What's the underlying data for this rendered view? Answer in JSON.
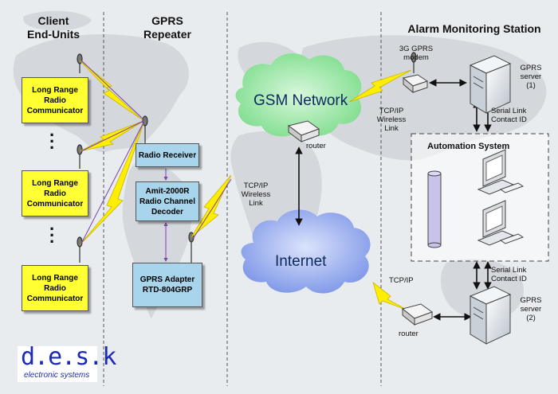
{
  "headers": {
    "client": "Client\nEnd-Units",
    "repeater": "GPRS\nRepeater",
    "station": "Alarm Monitoring Station"
  },
  "communicators": [
    {
      "label": "Long Range Radio Communicator"
    },
    {
      "label": "Long Range Radio Communicator"
    },
    {
      "label": "Long Range Radio Communicator"
    }
  ],
  "ellipsis": "·\n·\n·",
  "repeater_boxes": {
    "receiver": "Radio Receiver",
    "decoder": "Amit-2000R Radio Channel Decoder",
    "adapter": "GPRS Adapter RTD-804GRP"
  },
  "network": {
    "gsm": "GSM Network",
    "internet": "Internet",
    "router_top": "router",
    "router_bottom": "router",
    "tcpip_wireless_left": "TCP/IP\nWireless\nLink",
    "tcpip_wireless_right": "TCP/IP\nWireless\nLink",
    "tcpip": "TCP/IP"
  },
  "station": {
    "modem": "3G GPRS\nmodem",
    "server1": "GPRS\nserver\n(1)",
    "server2": "GPRS\nserver\n(2)",
    "serial_top": "Serial Link\nContact ID",
    "serial_bottom": "Serial Link\nContact ID",
    "automation": "Automation System"
  },
  "logo": {
    "main": "d.e.s.k",
    "sub": "electronic systems"
  },
  "colors": {
    "yellow_box": "#ffff33",
    "blue_box": "#a8d4ec",
    "gsm_cloud": "#8ee59a",
    "internet_cloud": "#8ea6ee",
    "bolt": "#ffee00",
    "logo": "#1d2bb3"
  }
}
